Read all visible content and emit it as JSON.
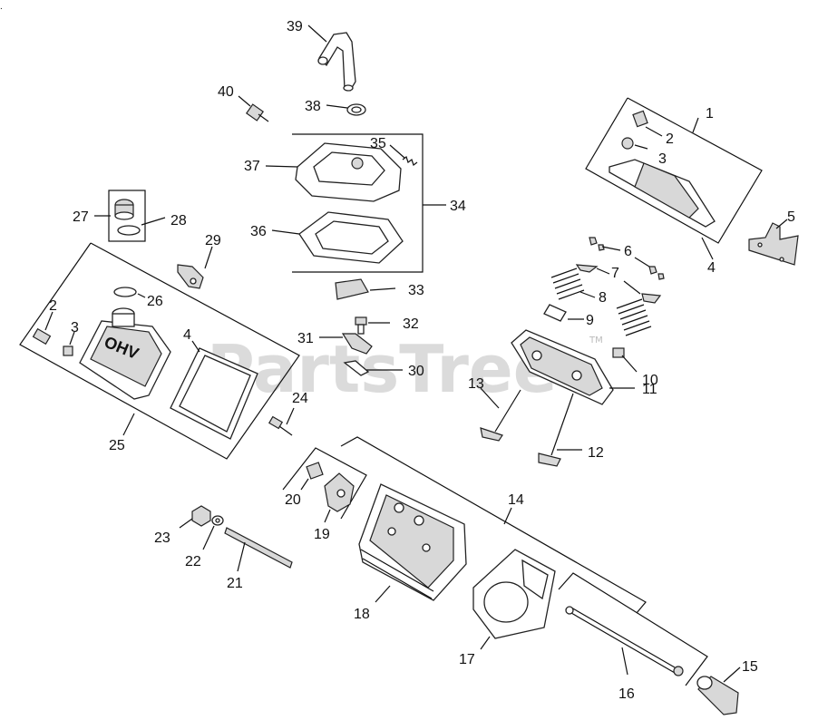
{
  "watermark": {
    "text": "PartsTree",
    "trademark": "TM"
  },
  "callouts": {
    "c1": "1",
    "c2": "2",
    "c2b": "2",
    "c3": "3",
    "c3b": "3",
    "c4": "4",
    "c4b": "4",
    "c5": "5",
    "c6": "6",
    "c7": "7",
    "c8": "8",
    "c9": "9",
    "c10": "10",
    "c11": "11",
    "c12": "12",
    "c13": "13",
    "c14": "14",
    "c15": "15",
    "c16": "16",
    "c17": "17",
    "c18": "18",
    "c19": "19",
    "c20": "20",
    "c21": "21",
    "c22": "22",
    "c23": "23",
    "c24": "24",
    "c25": "25",
    "c26": "26",
    "c27": "27",
    "c28": "28",
    "c29": "29",
    "c30": "30",
    "c31": "31",
    "c32": "32",
    "c33": "33",
    "c34": "34",
    "c35": "35",
    "c36": "36",
    "c37": "37",
    "c38": "38",
    "c39": "39",
    "c40": "40"
  },
  "cover_embossing": "OHV"
}
